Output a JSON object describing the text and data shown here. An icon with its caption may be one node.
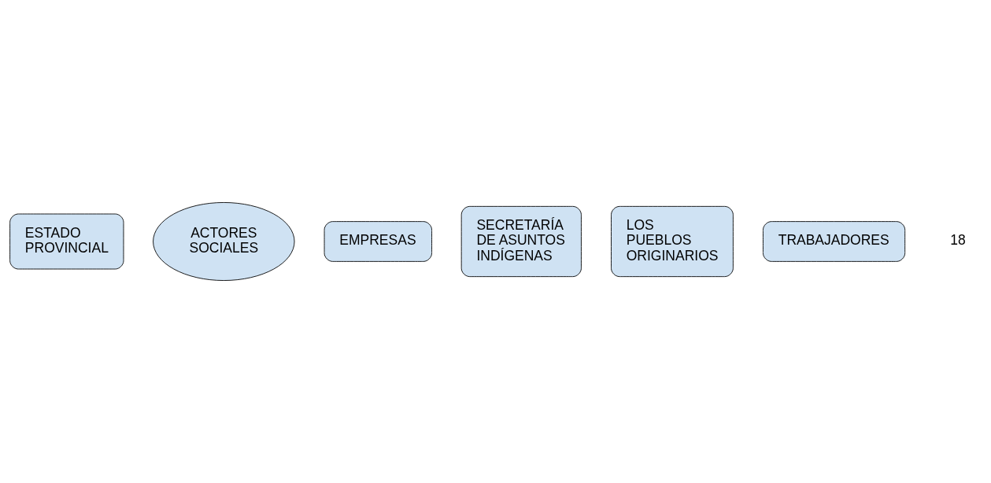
{
  "diagram": {
    "nodes": [
      {
        "text": [
          "ESTADO PROVINCIAL"
        ]
      },
      {
        "text": [
          "ACTORES SOCIALES"
        ]
      },
      {
        "text": [
          "EMPRESAS"
        ]
      },
      {
        "text": [
          "SECRETARÍA DE ASUNTOS INDÍGENAS"
        ]
      },
      {
        "text": [
          "LOS PUEBLOS ORIGINARIOS"
        ]
      },
      {
        "text": [
          "TRABAJADORES"
        ]
      }
    ],
    "edges": [],
    "labels": [
      "18"
    ]
  }
}
